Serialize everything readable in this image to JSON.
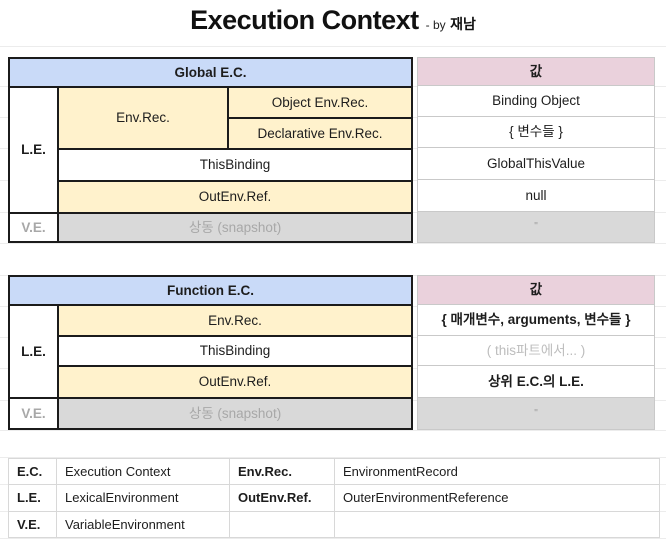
{
  "title": {
    "main": "Execution Context",
    "byline_prefix": "- by",
    "byline_author": "재남"
  },
  "colors": {
    "header_blue": "#c9daf8",
    "header_pink": "#ead1dc",
    "cell_yellow": "#fff2cc",
    "cell_gray": "#d9d9d9"
  },
  "global_table": {
    "header": "Global E.C.",
    "value_header": "값",
    "le_label": "L.E.",
    "ve_label": "V.E.",
    "env_rec": "Env.Rec.",
    "object_env_rec": "Object Env.Rec.",
    "declarative_env_rec": "Declarative Env.Rec.",
    "this_binding": "ThisBinding",
    "out_env_ref": "OutEnv.Ref.",
    "snapshot": "상동 (snapshot)",
    "values": {
      "object_env_rec": "Binding Object",
      "declarative_env_rec": "{ 변수들 }",
      "this_binding": "GlobalThisValue",
      "out_env_ref": "null",
      "snapshot": "\""
    }
  },
  "function_table": {
    "header": "Function E.C.",
    "value_header": "값",
    "le_label": "L.E.",
    "ve_label": "V.E.",
    "env_rec": "Env.Rec.",
    "this_binding": "ThisBinding",
    "out_env_ref": "OutEnv.Ref.",
    "snapshot": "상동 (snapshot)",
    "values": {
      "env_rec": "{ 매개변수, arguments, 변수들 }",
      "this_binding": "( this파트에서... )",
      "out_env_ref": "상위 E.C.의 L.E.",
      "snapshot": "\""
    }
  },
  "legend": {
    "rows": [
      {
        "abbr": "E.C.",
        "full": "Execution Context",
        "abbr2": "Env.Rec.",
        "full2": "EnvironmentRecord"
      },
      {
        "abbr": "L.E.",
        "full": "LexicalEnvironment",
        "abbr2": "OutEnv.Ref.",
        "full2": "OuterEnvironmentReference"
      },
      {
        "abbr": "V.E.",
        "full": "VariableEnvironment",
        "abbr2": "",
        "full2": ""
      }
    ]
  }
}
